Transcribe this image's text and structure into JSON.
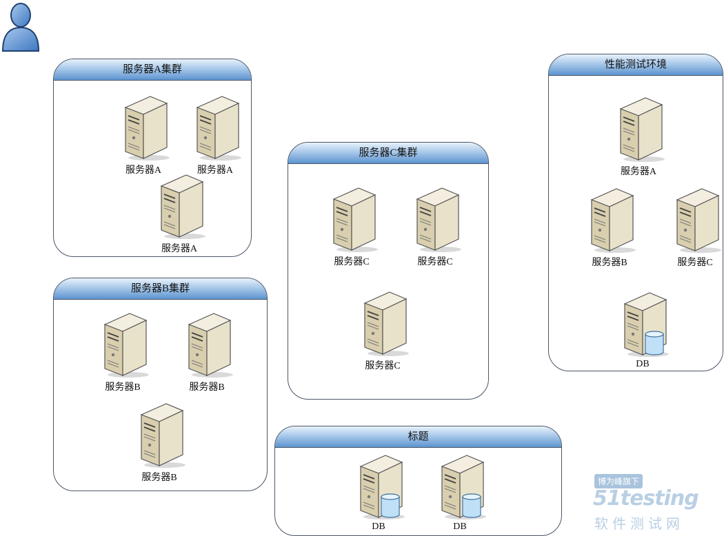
{
  "groups": [
    {
      "id": "cluster-a",
      "title": "服务器A集群",
      "servers": [
        {
          "label": "服务器A",
          "db": false
        },
        {
          "label": "服务器A",
          "db": false
        },
        {
          "label": "服务器A",
          "db": false
        }
      ]
    },
    {
      "id": "cluster-b",
      "title": "服务器B集群",
      "servers": [
        {
          "label": "服务器B",
          "db": false
        },
        {
          "label": "服务器B",
          "db": false
        },
        {
          "label": "服务器B",
          "db": false
        }
      ]
    },
    {
      "id": "cluster-c",
      "title": "服务器C集群",
      "servers": [
        {
          "label": "服务器C",
          "db": false
        },
        {
          "label": "服务器C",
          "db": false
        },
        {
          "label": "服务器C",
          "db": false
        }
      ]
    },
    {
      "id": "perf-env",
      "title": "性能测试环境",
      "servers": [
        {
          "label": "服务器A",
          "db": false
        },
        {
          "label": "服务器B",
          "db": false
        },
        {
          "label": "服务器C",
          "db": false
        },
        {
          "label": "DB",
          "db": true
        }
      ]
    },
    {
      "id": "title-group",
      "title": "标题",
      "servers": [
        {
          "label": "DB",
          "db": true
        },
        {
          "label": "DB",
          "db": true
        }
      ]
    }
  ],
  "icons": {
    "user": "user-icon",
    "server": "server-icon",
    "database": "database-icon"
  },
  "watermark": {
    "badge": "博为峰旗下",
    "logo": "51testing",
    "subtitle": "软件测试网"
  },
  "colors": {
    "header_top": "#e8f1fb",
    "header_bottom": "#5d94cf",
    "border": "#4a5566",
    "server_body": "#e0d6b8"
  }
}
